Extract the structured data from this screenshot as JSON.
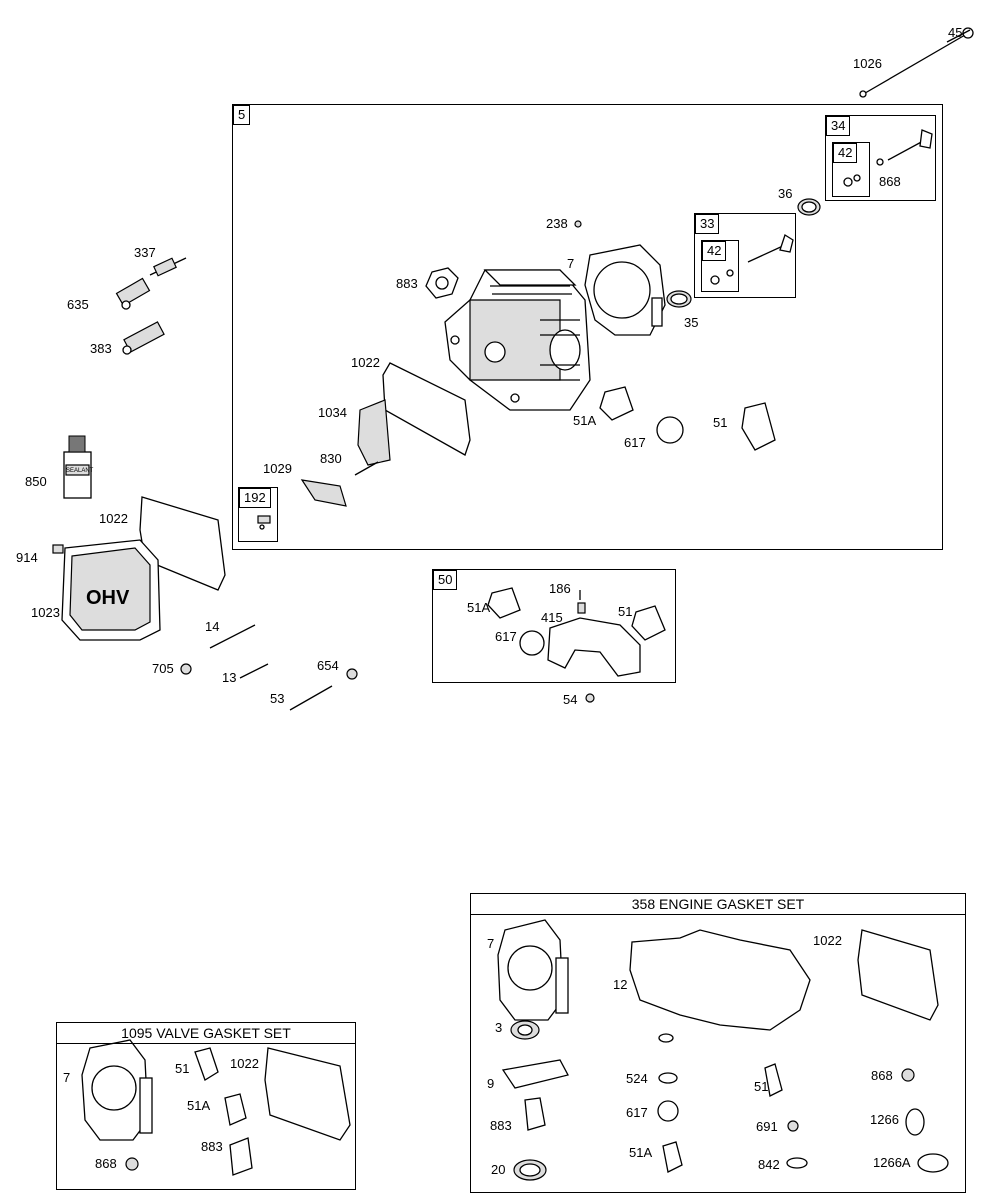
{
  "diagram": {
    "box_5": {
      "tag": "5"
    },
    "box_50": {
      "tag": "50"
    },
    "box_33": {
      "tag": "33",
      "inner_tag": "42"
    },
    "box_34": {
      "tag": "34",
      "inner_tag": "42"
    },
    "box_192": {
      "tag": "192"
    },
    "gasket_set": {
      "title": "358 ENGINE GASKET SET"
    },
    "valve_set": {
      "title": "1095 VALVE GASKET SET"
    },
    "labels": {
      "p45": "45",
      "p1026": "1026",
      "p238": "238",
      "p7": "7",
      "p883": "883",
      "p36": "36",
      "p868": "868",
      "p35": "35",
      "p1022": "1022",
      "p1034": "1034",
      "p51A": "51A",
      "p617": "617",
      "p51": "51",
      "p830": "830",
      "p1029": "1029",
      "p337": "337",
      "p635": "635",
      "p383": "383",
      "p850": "850",
      "p1022b": "1022",
      "p914": "914",
      "p1023": "1023",
      "p14": "14",
      "p705": "705",
      "p13": "13",
      "p654": "654",
      "p53": "53",
      "p186": "186",
      "p51Ab": "51A",
      "p415": "415",
      "p51b": "51",
      "p617b": "617",
      "p54": "54"
    },
    "gasket_labels": {
      "g7": "7",
      "g1022": "1022",
      "g12": "12",
      "g3": "3",
      "g9": "9",
      "g524": "524",
      "g51": "51",
      "g868": "868",
      "g883": "883",
      "g617": "617",
      "g691": "691",
      "g1266": "1266",
      "g20": "20",
      "g51A": "51A",
      "g842": "842",
      "g1266A": "1266A"
    },
    "valve_labels": {
      "v7": "7",
      "v51": "51",
      "v1022": "1022",
      "v51A": "51A",
      "v883": "883",
      "v868": "868"
    },
    "sealant_tube_text": "SEALANT"
  }
}
